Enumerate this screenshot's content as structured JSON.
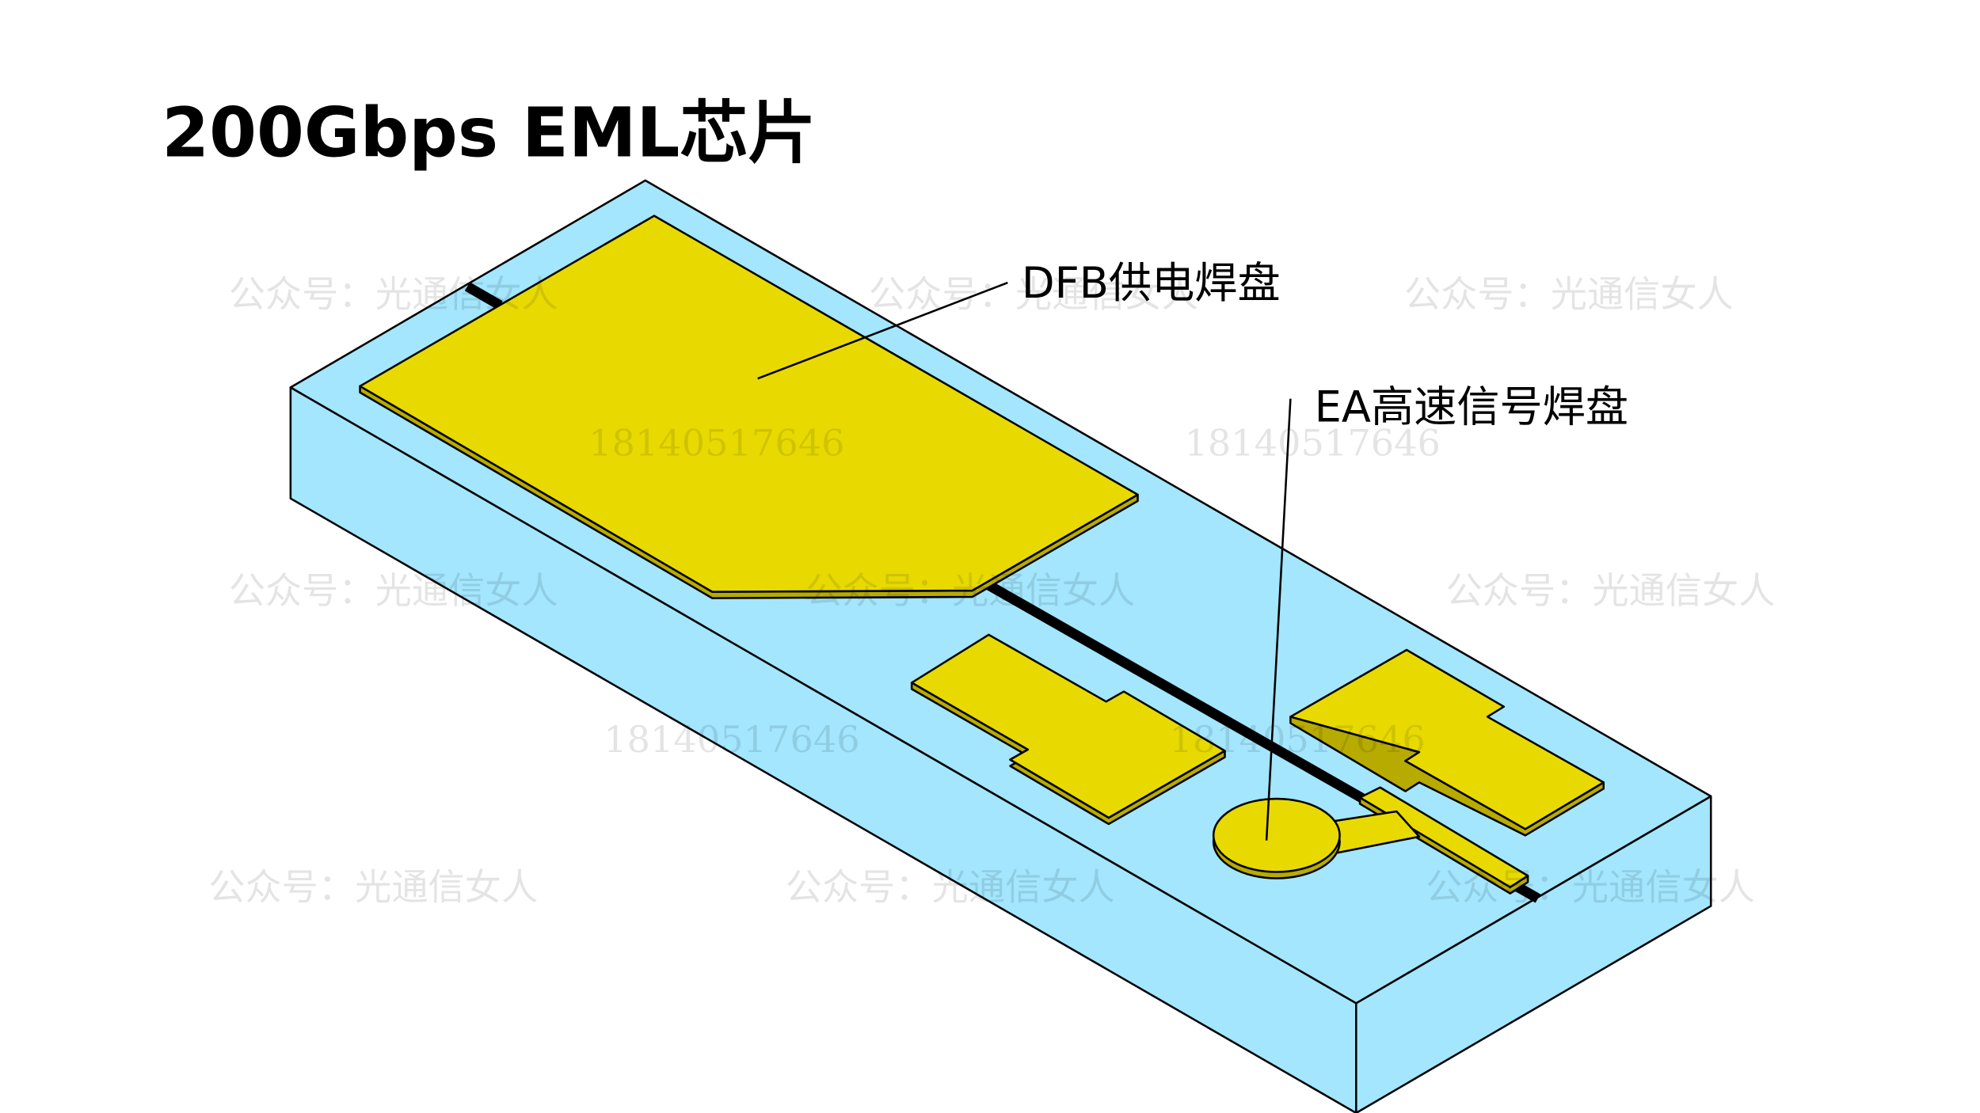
{
  "title": "200Gbps EML芯片",
  "labels": {
    "dfb_pad": "DFB供电焊盘",
    "ea_pad": "EA高速信号焊盘"
  },
  "watermarks": {
    "account": "公众号：光通信女人",
    "phone": "18140517646"
  },
  "colors": {
    "substrate": "#a3e6fd",
    "pad": "#e8da00",
    "pad_side": "#b8ab00",
    "trace": "#000000"
  }
}
